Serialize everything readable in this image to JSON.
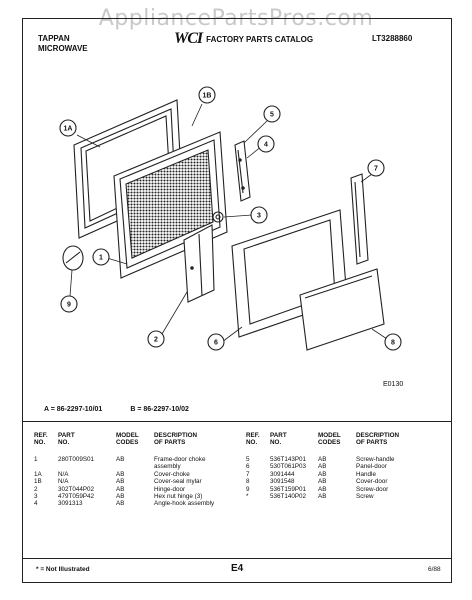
{
  "watermark": "AppliancePartsPros.com",
  "header": {
    "brand_line1": "TAPPAN",
    "brand_line2": "MICROWAVE",
    "logo_text": "WCI",
    "catalog_title": "FACTORY PARTS CATALOG",
    "model_code": "LT3288860"
  },
  "diagram": {
    "callouts": [
      "1A",
      "1B",
      "5",
      "4",
      "3",
      "7",
      "1",
      "9",
      "2",
      "6",
      "8"
    ],
    "code": "E0130"
  },
  "model_key": {
    "a": "A = 86-2297-10/01",
    "b": "B = 86-2297-10/02"
  },
  "table": {
    "headers": {
      "ref": "REF.\nNO.",
      "part": "PART\nNO.",
      "model": "MODEL\nCODES",
      "desc": "DESCRIPTION\nOF PARTS"
    },
    "left_rows": [
      {
        "ref": "1",
        "part": "280T009S01",
        "model": "AB",
        "desc": "Frame-door choke\nassembly"
      },
      {
        "ref": "1A",
        "part": "N/A",
        "model": "AB",
        "desc": "Cover-choke"
      },
      {
        "ref": "1B",
        "part": "N/A",
        "model": "AB",
        "desc": "Cover-seal mylar"
      },
      {
        "ref": "2",
        "part": "302T044P02",
        "model": "AB",
        "desc": "Hinge-door"
      },
      {
        "ref": "3",
        "part": "479T059P42",
        "model": "AB",
        "desc": "Hex nut hinge (3)"
      },
      {
        "ref": "4",
        "part": "3091313",
        "model": "AB",
        "desc": "Angle-hook assembly"
      }
    ],
    "right_rows": [
      {
        "ref": "5",
        "part": "536T143P01",
        "model": "AB",
        "desc": "Screw-handle"
      },
      {
        "ref": "6",
        "part": "530T061P03",
        "model": "AB",
        "desc": "Panel-door"
      },
      {
        "ref": "7",
        "part": "3091444",
        "model": "AB",
        "desc": "Handle"
      },
      {
        "ref": "8",
        "part": "3091548",
        "model": "AB",
        "desc": "Cover-door"
      },
      {
        "ref": "9",
        "part": "536T159P01",
        "model": "AB",
        "desc": "Screw-door"
      },
      {
        "ref": "*",
        "part": "536T140P02",
        "model": "AB",
        "desc": "Screw"
      }
    ]
  },
  "footer": {
    "note": "* = Not Illustrated",
    "page": "E4",
    "date": "6/88"
  }
}
